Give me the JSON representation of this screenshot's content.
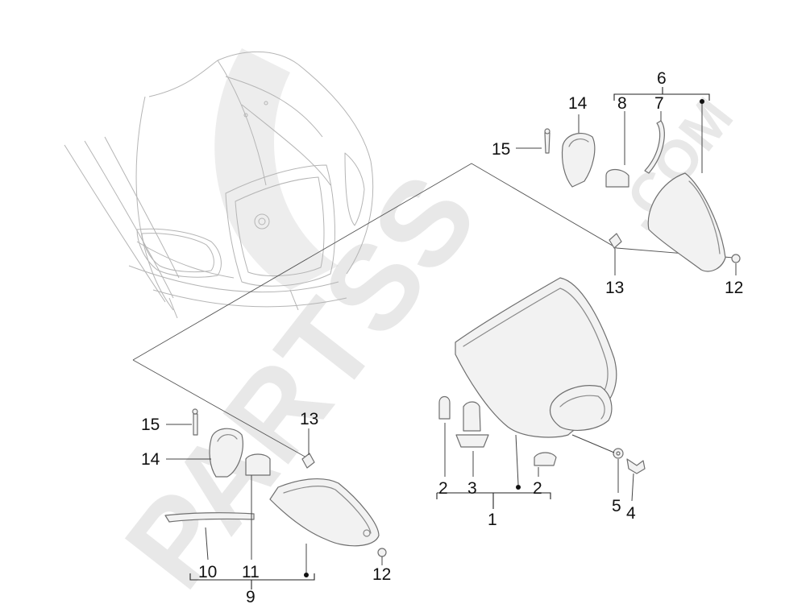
{
  "watermark": {
    "main_text": "PARTSS",
    "suffix_text": ".COM",
    "color": "#bfbfbf"
  },
  "callouts": {
    "c1": "1",
    "c2a": "2",
    "c2b": "2",
    "c3": "3",
    "c4": "4",
    "c5": "5",
    "c6": "6",
    "c7": "7",
    "c8": "8",
    "c9": "9",
    "c10": "10",
    "c11": "11",
    "c12a": "12",
    "c12b": "12",
    "c13a": "13",
    "c13b": "13",
    "c14a": "14",
    "c14b": "14",
    "c15a": "15",
    "c15b": "15"
  }
}
